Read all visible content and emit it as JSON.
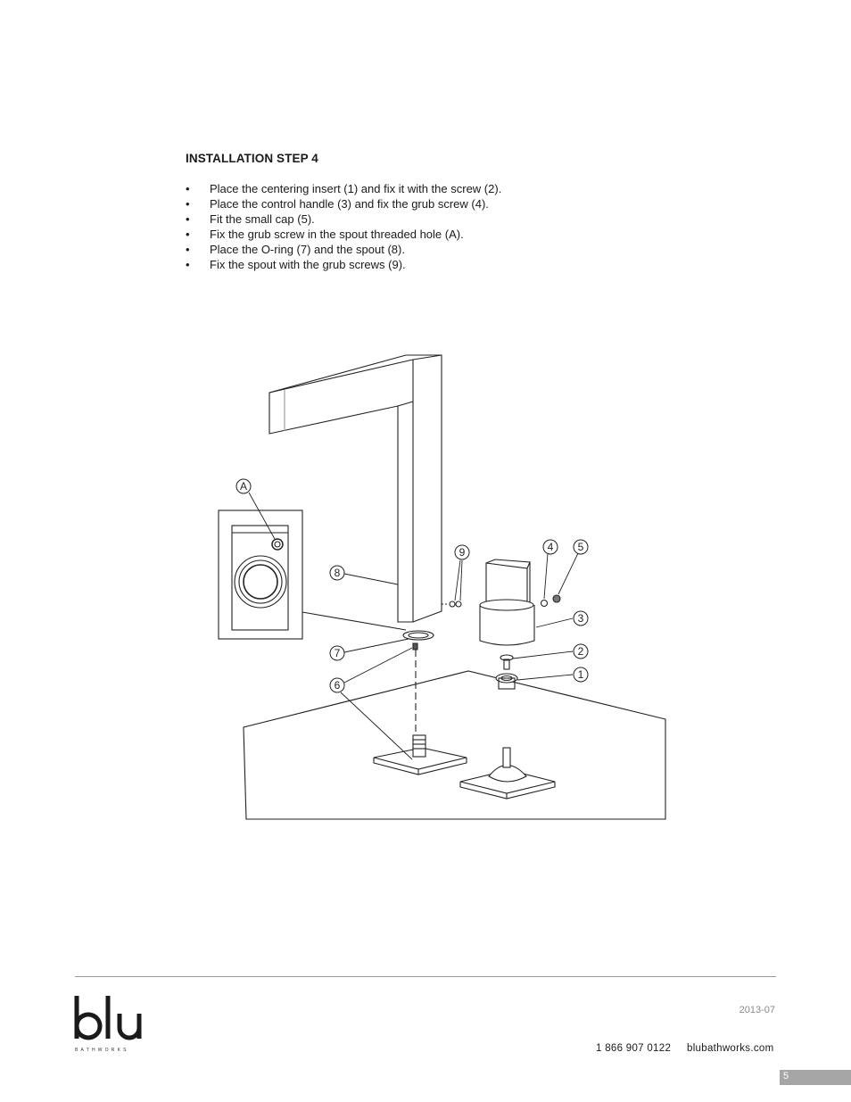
{
  "heading": "INSTALLATION STEP 4",
  "steps": [
    "Place the centering insert (1) and fix it with the screw (2).",
    "Place the control handle (3) and fix the grub screw (4).",
    "Fit the small cap (5).",
    "Fix the grub screw in the spout threaded hole (A).",
    "Place the O-ring (7) and the spout (8).",
    "Fix the spout with the grub screws (9)."
  ],
  "callouts": [
    "A",
    "1",
    "2",
    "3",
    "4",
    "5",
    "6",
    "7",
    "8",
    "9"
  ],
  "footer": {
    "brand": "blu",
    "brand_sub": "BATHWORKS",
    "date": "2013-07",
    "phone": "1 866 907 0122",
    "website": "blubathworks.com",
    "page_number": "5"
  }
}
